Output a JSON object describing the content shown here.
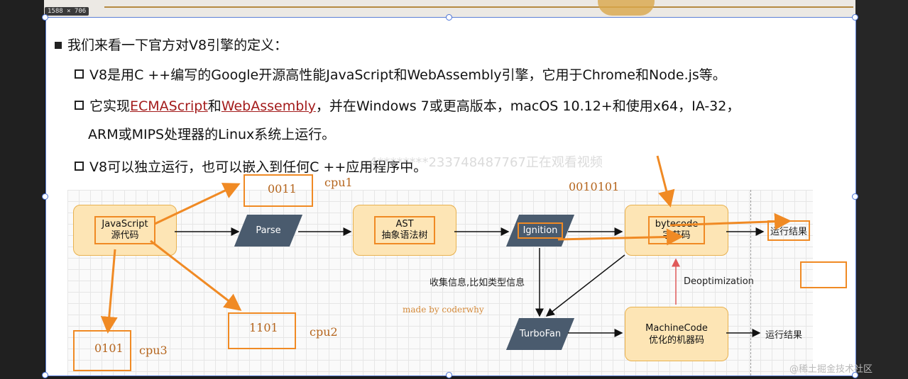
{
  "editor": {
    "dimensions_badge": "1588 × 706"
  },
  "slide": {
    "heading": "我们来看一下官方对V8引擎的定义：",
    "bullets": [
      {
        "text": "V8是用C ++编写的Google开源高性能JavaScript和WebAssembly引擎，它用于Chrome和Node.js等。"
      },
      {
        "pre": "它实现",
        "link1": "ECMAScript",
        "mid": "和",
        "link2": "WebAssembly",
        "post": "，并在Windows 7或更高版本，macOS 10.12+和使用x64，IA-32，",
        "line2": "ARM或MIPS处理器的Linux系统上运行。"
      },
      {
        "text": "V8可以独立运行，也可以嵌入到任何C ++应用程序中。"
      }
    ],
    "viewer_watermark": "4********233748487767正在观看视频"
  },
  "diagram": {
    "js_source": {
      "line1": "JavaScript",
      "line2": "源代码"
    },
    "parse": "Parse",
    "ast": {
      "line1": "AST",
      "line2": "抽象语法树"
    },
    "ignition": "Ignition",
    "bytecode": {
      "line1": "bytecode",
      "line2": "字节码"
    },
    "result_top": "运行结果",
    "collect_info": "收集信息,比如类型信息",
    "made_by": "made by coderwhy",
    "turbofan": "TurboFan",
    "machine_code": {
      "line1": "MachineCode",
      "line2": "优化的机器码"
    },
    "result_bottom": "运行结果",
    "deoptimization": "Deoptimization",
    "annotations": {
      "bin_0011": "0011",
      "cpu1": "cpu1",
      "bin_0010101": "0010101",
      "bin_1101": "1101",
      "cpu2": "cpu2",
      "bin_0101": "0101",
      "cpu3": "cpu3"
    }
  },
  "footer_watermark": "@稀土掘金技术社区",
  "colors": {
    "accent_orange": "#f08a24",
    "node_fill": "#fde5b5",
    "parallelogram": "#4a5b6e",
    "link_red": "#a31b1b",
    "selection_blue": "#4a73d6"
  }
}
